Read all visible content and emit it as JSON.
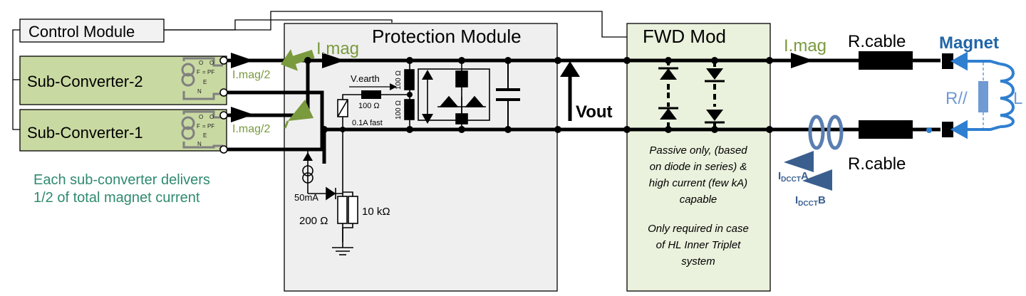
{
  "control_module": "Control Module",
  "protection_module": "Protection Module",
  "fwd_module": "FWD Mod",
  "sub_converter_2": "Sub-Converter-2",
  "sub_converter_1": "Sub-Converter-1",
  "converter_terminals": {
    "o1": "O",
    "o2": "O",
    "f": "F",
    "eq": "=",
    "pf": "PF",
    "e": "E",
    "n": "N"
  },
  "imag_top_left": "I.mag",
  "imag_half_top": "I.mag/2",
  "imag_half_bottom": "I.mag/2",
  "imag_right": "I.mag",
  "v_earth": "V.earth",
  "r_100_h": "100 Ω",
  "r_100_v1": "100 Ω",
  "r_100_v2": "100 Ω",
  "fuse": "0.1A fast",
  "current_source": "50mA",
  "r_200": "200 Ω",
  "r_10k": "10 kΩ",
  "vout": "Vout",
  "fwd_note_1": [
    "Passive only, (based",
    "on diode in series) &",
    "high current (few kA)",
    "capable"
  ],
  "fwd_note_2": [
    "Only required in case",
    "of HL Inner Triplet",
    "system"
  ],
  "r_cable_top": "R.cable",
  "r_cable_bottom": "R.cable",
  "magnet": "Magnet",
  "r_parallel": "R//",
  "inductance": "L",
  "dcct_a_main": "I",
  "dcct_a_sub": "DCCT",
  "dcct_a_suffix": "A",
  "dcct_b_main": "I",
  "dcct_b_sub": "DCCT",
  "dcct_b_suffix": "B",
  "footnote": [
    "Each sub-converter delivers",
    "1/2 of total magnet current"
  ],
  "colors": {
    "green": "#7a9a3e",
    "teal": "#2f8a6e",
    "magnet_blue": "#2166a8",
    "dcct_blue": "#3a5f8f"
  }
}
